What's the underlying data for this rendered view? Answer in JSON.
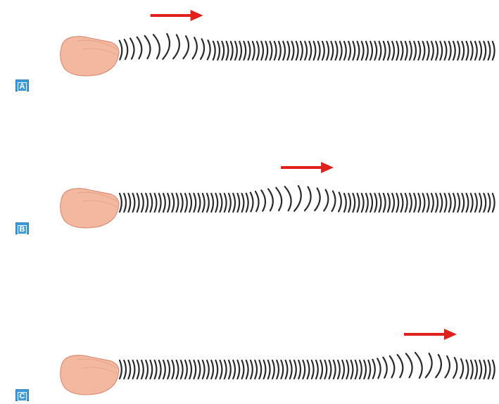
{
  "panels": [
    {
      "label": "A",
      "pulse_position": 0.12
    },
    {
      "label": "B",
      "pulse_position": 0.47
    },
    {
      "label": "C",
      "pulse_position": 0.8
    }
  ],
  "colors": {
    "arrow": "#e0201c",
    "coil": "#2a2a2a",
    "hand": "#f2b9a0",
    "badge": "#3e9bd8"
  }
}
